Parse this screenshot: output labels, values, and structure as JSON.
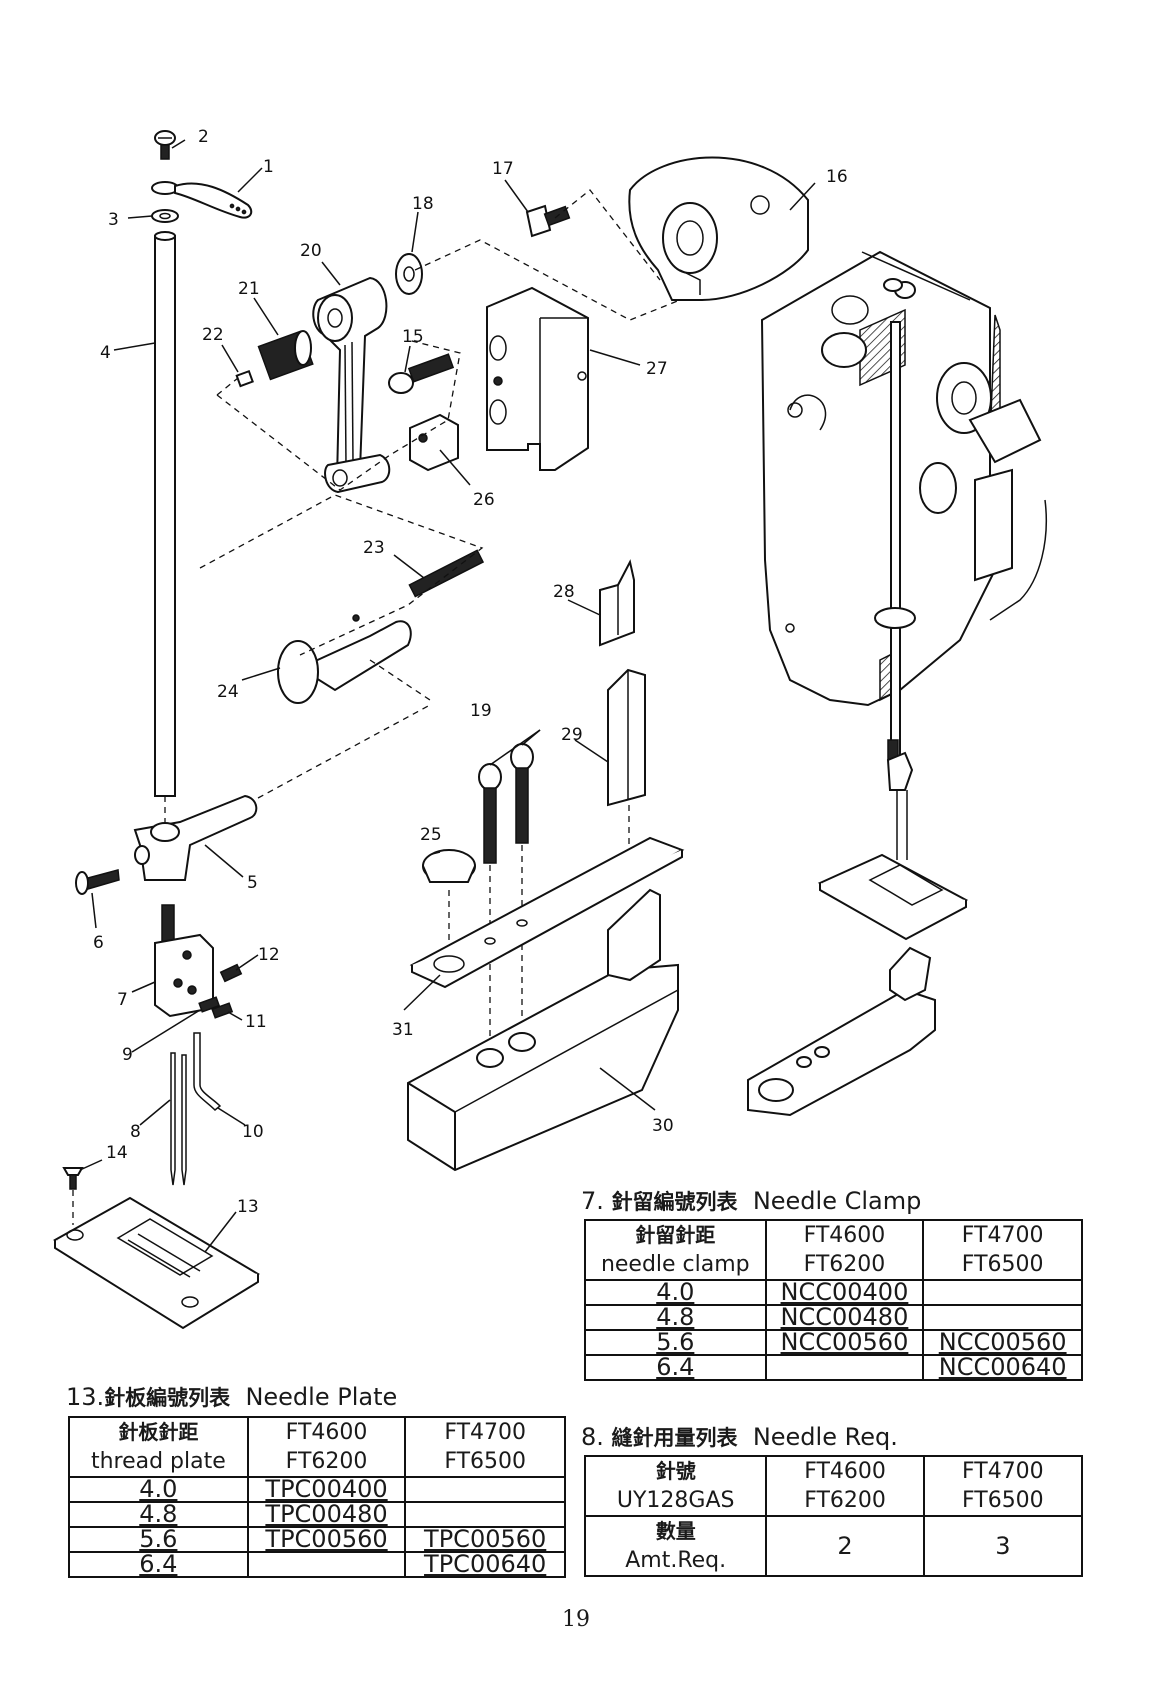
{
  "diagram": {
    "callouts": [
      "1",
      "2",
      "3",
      "4",
      "5",
      "6",
      "7",
      "8",
      "9",
      "10",
      "11",
      "12",
      "13",
      "14",
      "15",
      "16",
      "17",
      "18",
      "19",
      "20",
      "21",
      "22",
      "23",
      "24",
      "25",
      "26",
      "27",
      "28",
      "29",
      "30",
      "31"
    ]
  },
  "table_needle_clamp": {
    "title_num": "7.",
    "title_cn": "針留編號列表",
    "title_en": "Needle Clamp",
    "header": {
      "cn": "針留針距",
      "en": "needle clamp",
      "col1_a": "FT4600",
      "col1_b": "FT6200",
      "col2_a": "FT4700",
      "col2_b": "FT6500"
    },
    "rows": [
      {
        "size": "4.0",
        "c1": "NCC00400",
        "c2": ""
      },
      {
        "size": "4.8",
        "c1": "NCC00480",
        "c2": ""
      },
      {
        "size": "5.6",
        "c1": "NCC00560",
        "c2": "NCC00560"
      },
      {
        "size": "6.4",
        "c1": "",
        "c2": "NCC00640"
      }
    ]
  },
  "table_needle_plate": {
    "title_num": "13.",
    "title_cn": "針板編號列表",
    "title_en": "Needle Plate",
    "header": {
      "cn": "針板針距",
      "en": "thread plate",
      "col1_a": "FT4600",
      "col1_b": "FT6200",
      "col2_a": "FT4700",
      "col2_b": "FT6500"
    },
    "rows": [
      {
        "size": "4.0",
        "c1": "TPC00400",
        "c2": ""
      },
      {
        "size": "4.8",
        "c1": "TPC00480",
        "c2": ""
      },
      {
        "size": "5.6",
        "c1": "TPC00560",
        "c2": "TPC00560"
      },
      {
        "size": "6.4",
        "c1": "",
        "c2": "TPC00640"
      }
    ]
  },
  "table_needle_req": {
    "title_num": "8.",
    "title_cn": "縫針用量列表",
    "title_en": "Needle Req.",
    "row1": {
      "cn": "針號",
      "en": "UY128GAS",
      "c1_a": "FT4600",
      "c1_b": "FT6200",
      "c2_a": "FT4700",
      "c2_b": "FT6500"
    },
    "row2": {
      "cn": "數量",
      "en": "Amt.Req.",
      "c1": "2",
      "c2": "3"
    }
  },
  "page_number": "19"
}
